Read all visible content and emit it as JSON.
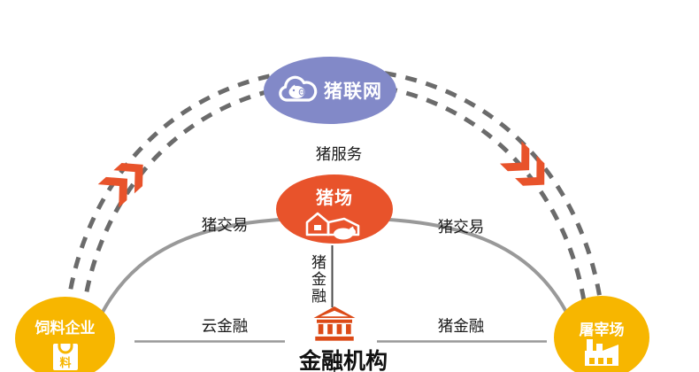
{
  "nodes": {
    "cloud": {
      "label": "猪联网",
      "color": "#8289C8",
      "icon": "cloud-pig-icon"
    },
    "pig_farm": {
      "label": "猪场",
      "color": "#E8532B",
      "icon": "farm-house-pig-icon"
    },
    "feed_company": {
      "label": "饲料企业",
      "color": "#F7B600",
      "icon": "feed-bag-icon",
      "bag_char": "料"
    },
    "slaughterhouse": {
      "label": "屠宰场",
      "color": "#F7B600",
      "icon": "factory-icon"
    },
    "financial_institution": {
      "label": "金融机构",
      "icon": "bank-icon",
      "icon_color": "#DC4A17"
    }
  },
  "edges": {
    "pig_service": {
      "label": "猪服务"
    },
    "pig_trade_left": {
      "label": "猪交易"
    },
    "pig_trade_right": {
      "label": "猪交易"
    },
    "pig_finance_center": {
      "label": "猪金融"
    },
    "cloud_finance": {
      "label": "云金融"
    },
    "pig_finance_right": {
      "label": "猪金融"
    }
  },
  "styles": {
    "dashed_arc_color": "#6b6b6b",
    "solid_arc_color": "#999999",
    "arrow_color": "#E8532B",
    "text_color": "#1a1a1a"
  }
}
